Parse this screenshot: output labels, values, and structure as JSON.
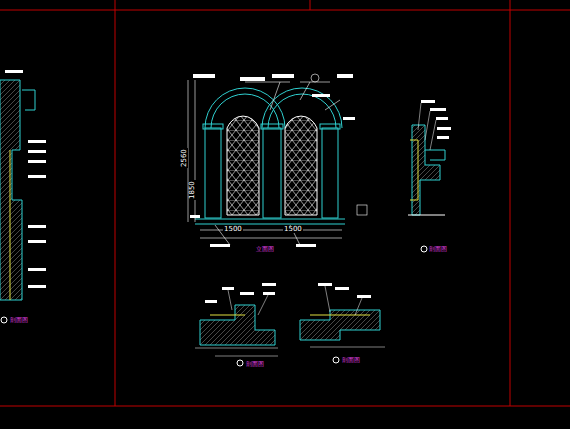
{
  "diagram": {
    "labels": [
      "2560",
      "1850",
      "1500",
      "1500",
      "立面图",
      "剖面图",
      "剖面图",
      "剖面图",
      "剖面图"
    ]
  }
}
